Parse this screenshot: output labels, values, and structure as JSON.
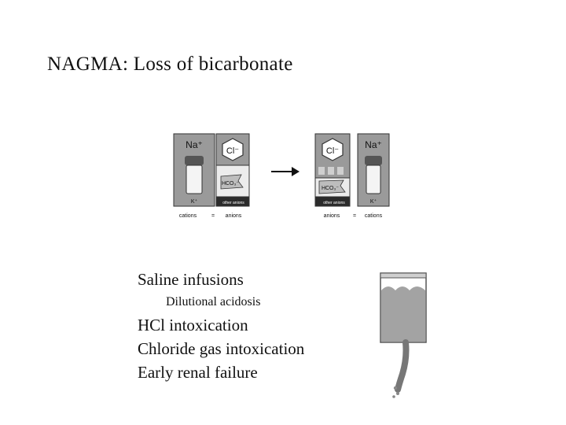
{
  "slide": {
    "title": "NAGMA: Loss of bicarbonate"
  },
  "diagram": {
    "left_panel": {
      "cation_top": "Na⁺",
      "cation_bottom": "K⁺",
      "anion_top": "Cl⁻",
      "anion_mid": "HCO₃⁻",
      "anion_bottom": "other anions",
      "caption_left": "cations",
      "caption_eq": "=",
      "caption_right": "anions"
    },
    "right_panel": {
      "anion_top": "Cl⁻",
      "anion_mid": "HCO₃⁻",
      "anion_bottom": "other anions",
      "cation_top": "Na⁺",
      "cation_bottom": "K⁺",
      "caption_left": "anions",
      "caption_eq": "=",
      "caption_right": "cations"
    },
    "colors": {
      "panel_gray": "#9a9a9a",
      "dark": "#2b2b2b",
      "light": "#d9d9d9"
    }
  },
  "causes": {
    "items": [
      {
        "text": "Saline infusions",
        "level": 0
      },
      {
        "text": "Dilutional acidosis",
        "level": 1
      },
      {
        "text": "HCl intoxication",
        "level": 0
      },
      {
        "text": "Chloride gas intoxication",
        "level": 0
      },
      {
        "text": "Early renal failure",
        "level": 0
      }
    ]
  },
  "icons": {
    "arrow": "right-arrow-icon",
    "salt": "salt-shaker-icon",
    "bag": "iv-bag-icon"
  }
}
